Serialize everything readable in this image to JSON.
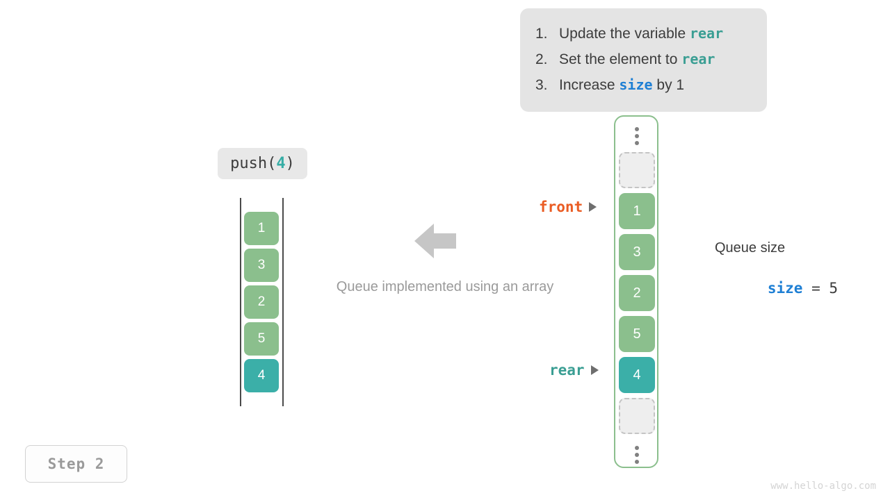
{
  "callout": {
    "items": [
      {
        "num": "1.",
        "pre": "Update the variable ",
        "code": "rear",
        "code_color": "teal",
        "post": ""
      },
      {
        "num": "2.",
        "pre": "Set the element to ",
        "code": "rear",
        "code_color": "teal",
        "post": ""
      },
      {
        "num": "3.",
        "pre": "Increase ",
        "code": "size",
        "code_color": "blue",
        "post": " by 1"
      }
    ]
  },
  "operation": {
    "name": "push(",
    "arg": "4",
    "close": ")"
  },
  "array": {
    "cells": [
      {
        "value": "1",
        "fill": "green"
      },
      {
        "value": "3",
        "fill": "green"
      },
      {
        "value": "2",
        "fill": "green"
      },
      {
        "value": "5",
        "fill": "green"
      },
      {
        "value": "4",
        "fill": "teal"
      }
    ]
  },
  "caption": "Queue implemented using an array",
  "queue": {
    "slots": [
      {
        "kind": "ellipsis"
      },
      {
        "kind": "empty"
      },
      {
        "kind": "value",
        "value": "1",
        "fill": "green"
      },
      {
        "kind": "value",
        "value": "3",
        "fill": "green"
      },
      {
        "kind": "value",
        "value": "2",
        "fill": "green"
      },
      {
        "kind": "value",
        "value": "5",
        "fill": "green"
      },
      {
        "kind": "value",
        "value": "4",
        "fill": "teal"
      },
      {
        "kind": "empty"
      },
      {
        "kind": "ellipsis"
      }
    ]
  },
  "pointers": {
    "front": {
      "label": "front",
      "color": "#ea5c23"
    },
    "rear": {
      "label": "rear",
      "color": "#3a9e93"
    }
  },
  "size_readout": {
    "title": "Queue size",
    "variable": "size",
    "operator": " = ",
    "value": "5"
  },
  "step_badge": "Step 2",
  "watermark": "www.hello-algo.com",
  "colors": {
    "green": "#8bbf8d",
    "teal": "#3bafa8",
    "code_teal": "#3a9e93",
    "code_blue": "#1e7fd4",
    "front_orange": "#ea5c23",
    "callout_bg": "#e4e4e4",
    "arrow_gray": "#c6c6c6"
  }
}
